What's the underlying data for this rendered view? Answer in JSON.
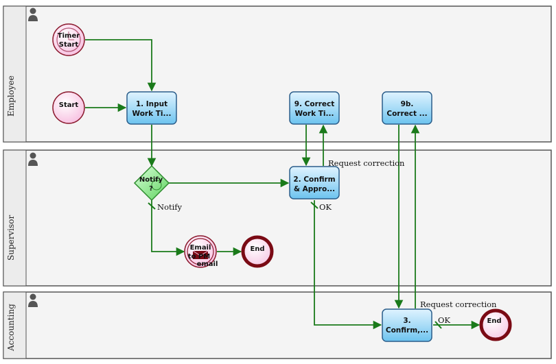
{
  "lanes": {
    "employee": "Employee",
    "supervisor": "Supervisor",
    "accounting": "Accounting"
  },
  "events": {
    "timer_start": {
      "line1": "Timer",
      "line2": "Start"
    },
    "start": "Start",
    "email_pm": {
      "line1": "Email",
      "line2": "to PM",
      "sub": "email"
    },
    "end_supervisor": "End",
    "end_accounting": "End"
  },
  "tasks": {
    "input_work_time": {
      "line1": "1. Input",
      "line2": "Work Ti..."
    },
    "correct_work_time": {
      "line1": "9. Correct",
      "line2": "Work Ti..."
    },
    "correct_9b": {
      "line1": "9b.",
      "line2": "Correct ..."
    },
    "confirm_approve": {
      "line1": "2. Confirm",
      "line2": "& Appro..."
    },
    "confirm_accounting": {
      "line1": "3.",
      "line2": "Confirm,..."
    }
  },
  "gateways": {
    "notify": {
      "line1": "Notify",
      "line2": "?"
    }
  },
  "flow_labels": {
    "notify": "Notify",
    "ok_supervisor": "OK",
    "request_correction_supervisor": "Request correction",
    "request_correction_accounting": "Request correction",
    "ok_accounting": "OK"
  },
  "colors": {
    "flow": "#1a7a1a",
    "task_fill": "#a9dcf7",
    "start_fill": "#fbd3ea",
    "end_border": "#7a0a14",
    "gateway_fill": "#90ee90"
  }
}
